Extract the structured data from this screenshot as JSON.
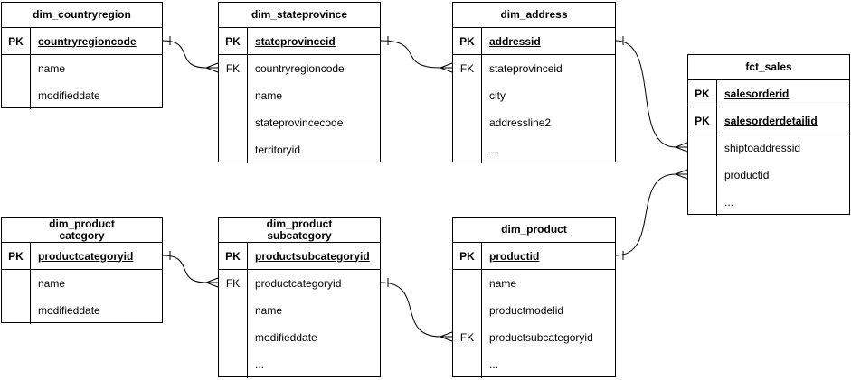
{
  "diagram": {
    "type": "entity-relationship",
    "colors": {
      "background": "#ffffff",
      "line": "#000000",
      "text": "#000000",
      "table_fill": "#ffffff"
    },
    "tables": [
      {
        "id": "dim_countryregion",
        "title": "dim_countryregion",
        "rows": [
          {
            "key": "PK",
            "name": "countryregioncode",
            "pk": true
          },
          {
            "key": "",
            "name": "name",
            "pk": false
          },
          {
            "key": "",
            "name": "modifieddate",
            "pk": false
          }
        ]
      },
      {
        "id": "dim_stateprovince",
        "title": "dim_stateprovince",
        "rows": [
          {
            "key": "PK",
            "name": "stateprovinceid",
            "pk": true
          },
          {
            "key": "FK",
            "name": "countryregioncode",
            "pk": false
          },
          {
            "key": "",
            "name": "name",
            "pk": false
          },
          {
            "key": "",
            "name": "stateprovincecode",
            "pk": false
          },
          {
            "key": "",
            "name": "territoryid",
            "pk": false
          }
        ]
      },
      {
        "id": "dim_address",
        "title": "dim_address",
        "rows": [
          {
            "key": "PK",
            "name": "addressid",
            "pk": true
          },
          {
            "key": "FK",
            "name": "stateprovinceid",
            "pk": false
          },
          {
            "key": "",
            "name": "city",
            "pk": false
          },
          {
            "key": "",
            "name": "addressline2",
            "pk": false
          },
          {
            "key": "",
            "name": "...",
            "pk": false
          }
        ]
      },
      {
        "id": "fct_sales",
        "title": "fct_sales",
        "rows": [
          {
            "key": "PK",
            "name": "salesorderid",
            "pk": true
          },
          {
            "key": "PK",
            "name": "salesorderdetailid",
            "pk": true
          },
          {
            "key": "",
            "name": "shiptoaddressid",
            "pk": false
          },
          {
            "key": "",
            "name": "productid",
            "pk": false
          },
          {
            "key": "",
            "name": "...",
            "pk": false
          }
        ]
      },
      {
        "id": "dim_productcategory",
        "title": "dim_product\ncategory",
        "rows": [
          {
            "key": "PK",
            "name": "productcategoryid",
            "pk": true
          },
          {
            "key": "",
            "name": "name",
            "pk": false
          },
          {
            "key": "",
            "name": "modifieddate",
            "pk": false
          }
        ]
      },
      {
        "id": "dim_productsubcategory",
        "title": "dim_product\nsubcategory",
        "rows": [
          {
            "key": "PK",
            "name": "productsubcategoryid",
            "pk": true
          },
          {
            "key": "FK",
            "name": "productcategoryid",
            "pk": false
          },
          {
            "key": "",
            "name": "name",
            "pk": false
          },
          {
            "key": "",
            "name": "modifieddate",
            "pk": false
          },
          {
            "key": "",
            "name": "...",
            "pk": false
          }
        ]
      },
      {
        "id": "dim_product",
        "title": "dim_product",
        "rows": [
          {
            "key": "PK",
            "name": "productid",
            "pk": true
          },
          {
            "key": "",
            "name": "name",
            "pk": false
          },
          {
            "key": "",
            "name": "productmodelid",
            "pk": false
          },
          {
            "key": "FK",
            "name": "productsubcategoryid",
            "pk": false
          },
          {
            "key": "",
            "name": "...",
            "pk": false
          }
        ]
      }
    ],
    "relationships": [
      {
        "from": "dim_countryregion",
        "from_field": "countryregioncode",
        "to": "dim_stateprovince",
        "to_field": "countryregioncode",
        "cardinality": "one-to-many"
      },
      {
        "from": "dim_stateprovince",
        "from_field": "stateprovinceid",
        "to": "dim_address",
        "to_field": "stateprovinceid",
        "cardinality": "one-to-many"
      },
      {
        "from": "dim_address",
        "from_field": "addressid",
        "to": "fct_sales",
        "to_field": "shiptoaddressid",
        "cardinality": "one-to-many"
      },
      {
        "from": "dim_product",
        "from_field": "productid",
        "to": "fct_sales",
        "to_field": "productid",
        "cardinality": "one-to-many"
      },
      {
        "from": "dim_productcategory",
        "from_field": "productcategoryid",
        "to": "dim_productsubcategory",
        "to_field": "productcategoryid",
        "cardinality": "one-to-many"
      },
      {
        "from": "dim_productsubcategory",
        "from_field": "productsubcategoryid",
        "to": "dim_product",
        "to_field": "productsubcategoryid",
        "cardinality": "one-to-many"
      }
    ]
  }
}
